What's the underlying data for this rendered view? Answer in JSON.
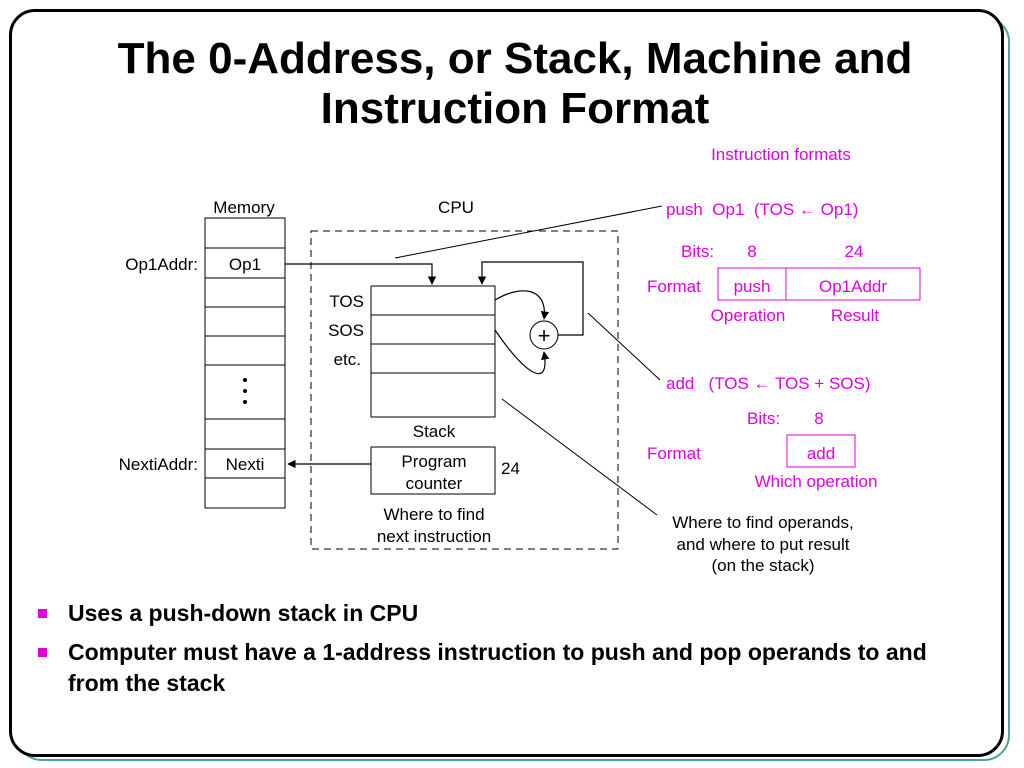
{
  "slide": {
    "title_line1": "The 0-Address, or Stack, Machine and",
    "title_line2": "Instruction Format"
  },
  "diagram": {
    "memory_label": "Memory",
    "cpu_label": "CPU",
    "op1addr_label": "Op1Addr:",
    "op1_cell": "Op1",
    "nextiaddr_label": "NextiAddr:",
    "nexti_cell": "Nexti",
    "tos_label": "TOS",
    "sos_label": "SOS",
    "etc_label": "etc.",
    "stack_label": "Stack",
    "pc_label_line1": "Program",
    "pc_label_line2": "counter",
    "pc_bits": "24",
    "plus_symbol": "+",
    "where_next_line1": "Where to find",
    "where_next_line2": "next instruction",
    "where_operands_line1": "Where to find operands,",
    "where_operands_line2": "and where to put result",
    "where_operands_line3": "(on the stack)"
  },
  "formats": {
    "heading": "Instruction formats",
    "push": {
      "instruction": "push  Op1  (TOS ← Op1)",
      "bits_label": "Bits:",
      "bits_op": "8",
      "bits_addr": "24",
      "format_label": "Format",
      "field_op": "push",
      "field_addr": "Op1Addr",
      "caption_op": "Operation",
      "caption_addr": "Result"
    },
    "add": {
      "instruction": "add   (TOS ← TOS + SOS)",
      "bits_label": "Bits:",
      "bits_op": "8",
      "format_label": "Format",
      "field_op": "add",
      "caption_op": "Which operation"
    }
  },
  "bullets": [
    "Uses a push-down stack in CPU",
    "Computer must have a 1-address instruction to push and pop operands to and from the stack"
  ],
  "colors": {
    "accent_magenta": "#e000e0",
    "frame_shadow_teal": "#4aa29a",
    "text_black": "#000000"
  }
}
